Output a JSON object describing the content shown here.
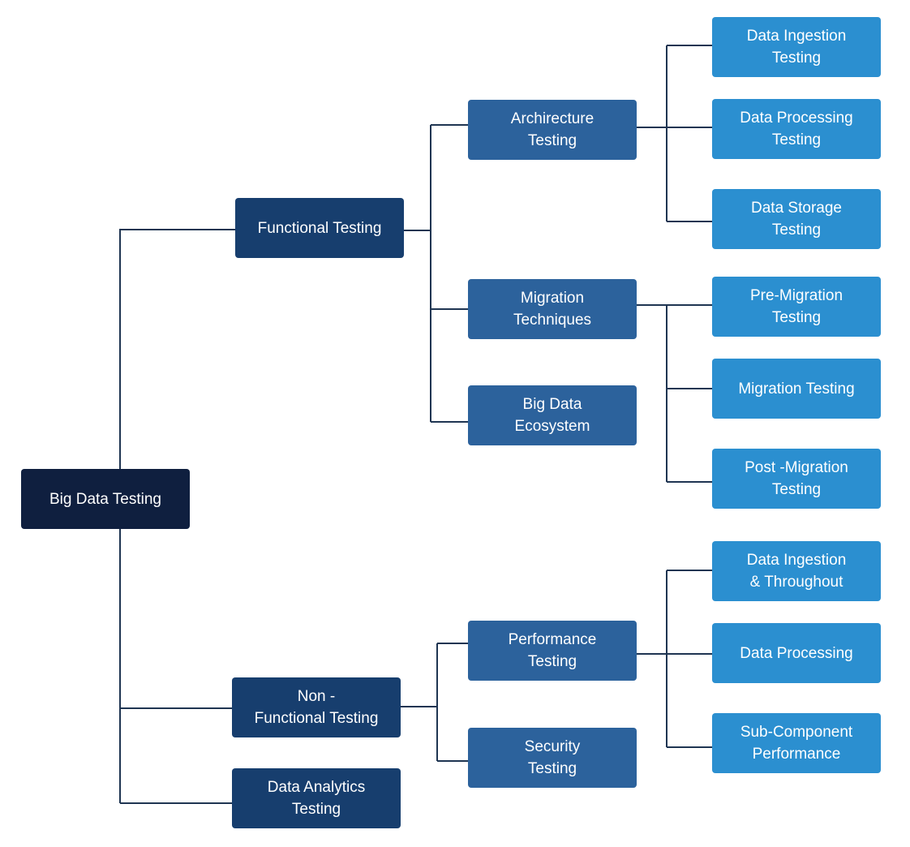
{
  "root": {
    "label": "Big Data Testing"
  },
  "functional": {
    "label": "Functional Testing",
    "architecture": {
      "label": "Archirecture\nTesting",
      "children": [
        "Data Ingestion\nTesting",
        "Data Processing\nTesting",
        "Data Storage\nTesting"
      ]
    },
    "migration": {
      "label": "Migration\nTechniques",
      "children": [
        "Pre-Migration\nTesting",
        "Migration Testing",
        "Post -Migration\nTesting"
      ]
    },
    "ecosystem": {
      "label": "Big Data\nEcosystem"
    }
  },
  "non_functional": {
    "label": "Non -\nFunctional Testing",
    "performance": {
      "label": "Performance\nTesting",
      "children": [
        "Data Ingestion\n& Throughout",
        "Data Processing",
        "Sub-Component\nPerformance"
      ]
    },
    "security": {
      "label": "Security\nTesting"
    }
  },
  "analytics": {
    "label": "Data Analytics\nTesting"
  },
  "colors": {
    "root": "#0f1f3f",
    "level1": "#173e6e",
    "level2": "#2c629c",
    "level3": "#2b8fd0",
    "connector": "#1f3552"
  }
}
